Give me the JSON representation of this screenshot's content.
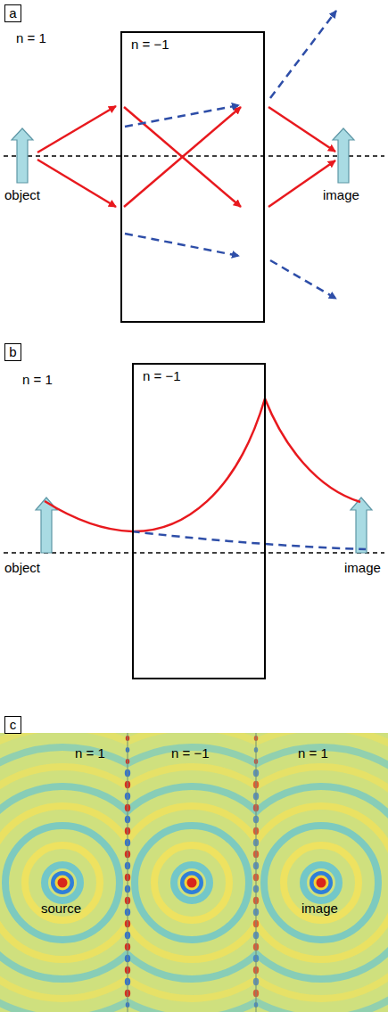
{
  "diagram": {
    "nodes": [
      {
        "text": [
          "a"
        ]
      },
      {
        "text": [
          "n = −1"
        ]
      },
      {
        "text": [
          "b"
        ]
      },
      {
        "text": [
          "n = −1"
        ]
      },
      {
        "text": [
          "c"
        ]
      }
    ],
    "labels": [
      "n = 1",
      "object",
      "image",
      "n = 1",
      "object",
      "image",
      "n = 1",
      "n = −1",
      "n = 1",
      "source",
      "image"
    ]
  }
}
